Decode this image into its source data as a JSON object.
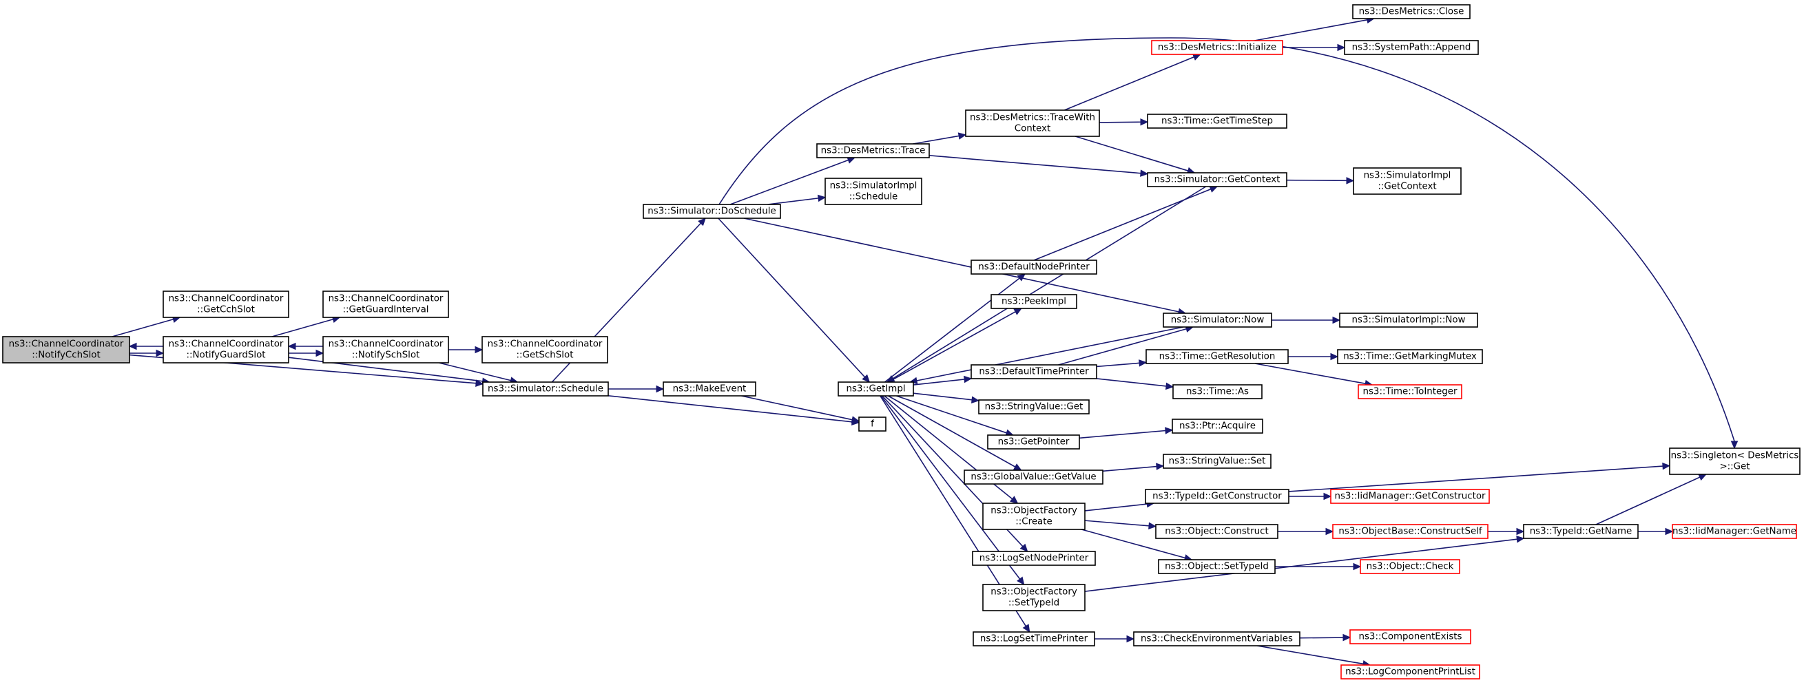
{
  "colors": {
    "edge": "#191970",
    "node_border": "#000000",
    "node_border_truncated": "#ff0000",
    "node_fill": "#ffffff",
    "root_fill": "#bfbfbf"
  },
  "nodes": [
    {
      "id": "notifycch",
      "lines": [
        "ns3::ChannelCoordinator",
        "::NotifyCchSlot"
      ],
      "style": "root"
    },
    {
      "id": "getcch",
      "lines": [
        "ns3::ChannelCoordinator",
        "::GetCchSlot"
      ],
      "style": "normal"
    },
    {
      "id": "notifyguard",
      "lines": [
        "ns3::ChannelCoordinator",
        "::NotifyGuardSlot"
      ],
      "style": "normal"
    },
    {
      "id": "getguard",
      "lines": [
        "ns3::ChannelCoordinator",
        "::GetGuardInterval"
      ],
      "style": "normal"
    },
    {
      "id": "notifysch",
      "lines": [
        "ns3::ChannelCoordinator",
        "::NotifySchSlot"
      ],
      "style": "normal"
    },
    {
      "id": "getsch",
      "lines": [
        "ns3::ChannelCoordinator",
        "::GetSchSlot"
      ],
      "style": "normal"
    },
    {
      "id": "schedule",
      "lines": [
        "ns3::Simulator::Schedule"
      ],
      "style": "normal"
    },
    {
      "id": "doschedule",
      "lines": [
        "ns3::Simulator::DoSchedule"
      ],
      "style": "normal"
    },
    {
      "id": "makeevent",
      "lines": [
        "ns3::MakeEvent"
      ],
      "style": "normal"
    },
    {
      "id": "f",
      "lines": [
        "f"
      ],
      "style": "normal"
    },
    {
      "id": "desmtrace",
      "lines": [
        "ns3::DesMetrics::Trace"
      ],
      "style": "normal"
    },
    {
      "id": "simimplsched",
      "lines": [
        "ns3::SimulatorImpl",
        "::Schedule"
      ],
      "style": "normal"
    },
    {
      "id": "getimpl",
      "lines": [
        "ns3::GetImpl"
      ],
      "style": "normal"
    },
    {
      "id": "tracewith",
      "lines": [
        "ns3::DesMetrics::TraceWith",
        "Context"
      ],
      "style": "normal"
    },
    {
      "id": "desinit",
      "lines": [
        "ns3::DesMetrics::Initialize"
      ],
      "style": "truncated"
    },
    {
      "id": "desclose",
      "lines": [
        "ns3::DesMetrics::Close"
      ],
      "style": "normal"
    },
    {
      "id": "syspath",
      "lines": [
        "ns3::SystemPath::Append"
      ],
      "style": "normal"
    },
    {
      "id": "timestep",
      "lines": [
        "ns3::Time::GetTimeStep"
      ],
      "style": "normal"
    },
    {
      "id": "simgetctx",
      "lines": [
        "ns3::Simulator::GetContext"
      ],
      "style": "normal"
    },
    {
      "id": "simimplctx",
      "lines": [
        "ns3::SimulatorImpl",
        "::GetContext"
      ],
      "style": "normal"
    },
    {
      "id": "defnodeprinter",
      "lines": [
        "ns3::DefaultNodePrinter"
      ],
      "style": "normal"
    },
    {
      "id": "peekimpl",
      "lines": [
        "ns3::PeekImpl"
      ],
      "style": "normal"
    },
    {
      "id": "simnow",
      "lines": [
        "ns3::Simulator::Now"
      ],
      "style": "normal"
    },
    {
      "id": "simimplnow",
      "lines": [
        "ns3::SimulatorImpl::Now"
      ],
      "style": "normal"
    },
    {
      "id": "deftimeprinter",
      "lines": [
        "ns3::DefaultTimePrinter"
      ],
      "style": "normal"
    },
    {
      "id": "getres",
      "lines": [
        "ns3::Time::GetResolution"
      ],
      "style": "normal"
    },
    {
      "id": "markmutex",
      "lines": [
        "ns3::Time::GetMarkingMutex"
      ],
      "style": "normal"
    },
    {
      "id": "toint",
      "lines": [
        "ns3::Time::ToInteger"
      ],
      "style": "truncated"
    },
    {
      "id": "timeas",
      "lines": [
        "ns3::Time::As"
      ],
      "style": "normal"
    },
    {
      "id": "strvalget",
      "lines": [
        "ns3::StringValue::Get"
      ],
      "style": "normal"
    },
    {
      "id": "getpointer",
      "lines": [
        "ns3::GetPointer"
      ],
      "style": "normal"
    },
    {
      "id": "ptracquire",
      "lines": [
        "ns3::Ptr::Acquire"
      ],
      "style": "normal"
    },
    {
      "id": "globalget",
      "lines": [
        "ns3::GlobalValue::GetValue"
      ],
      "style": "normal"
    },
    {
      "id": "strvalset",
      "lines": [
        "ns3::StringValue::Set"
      ],
      "style": "normal"
    },
    {
      "id": "singleton",
      "lines": [
        "ns3::Singleton< DesMetrics",
        " >::Get"
      ],
      "style": "normal"
    },
    {
      "id": "objfcreate",
      "lines": [
        "ns3::ObjectFactory",
        "::Create"
      ],
      "style": "normal"
    },
    {
      "id": "tidgetctor",
      "lines": [
        "ns3::TypeId::GetConstructor"
      ],
      "style": "normal"
    },
    {
      "id": "iidgetctor",
      "lines": [
        "ns3::IidManager::GetConstructor"
      ],
      "style": "truncated"
    },
    {
      "id": "objconstruct",
      "lines": [
        "ns3::Object::Construct"
      ],
      "style": "normal"
    },
    {
      "id": "objbaseconstruct",
      "lines": [
        "ns3::ObjectBase::ConstructSelf"
      ],
      "style": "truncated"
    },
    {
      "id": "tidgetname",
      "lines": [
        "ns3::TypeId::GetName"
      ],
      "style": "normal"
    },
    {
      "id": "iidgetname",
      "lines": [
        "ns3::IidManager::GetName"
      ],
      "style": "truncated"
    },
    {
      "id": "objsettid",
      "lines": [
        "ns3::Object::SetTypeId"
      ],
      "style": "normal"
    },
    {
      "id": "objcheck",
      "lines": [
        "ns3::Object::Check"
      ],
      "style": "truncated"
    },
    {
      "id": "logsetnode",
      "lines": [
        "ns3::LogSetNodePrinter"
      ],
      "style": "normal"
    },
    {
      "id": "objfsettid",
      "lines": [
        "ns3::ObjectFactory",
        "::SetTypeId"
      ],
      "style": "normal"
    },
    {
      "id": "logsettime",
      "lines": [
        "ns3::LogSetTimePrinter"
      ],
      "style": "normal"
    },
    {
      "id": "checkenv",
      "lines": [
        "ns3::CheckEnvironmentVariables"
      ],
      "style": "normal"
    },
    {
      "id": "compexists",
      "lines": [
        "ns3::ComponentExists"
      ],
      "style": "truncated"
    },
    {
      "id": "logcomplist",
      "lines": [
        "ns3::LogComponentPrintList"
      ],
      "style": "truncated"
    }
  ],
  "edges": [
    {
      "from": "notifycch",
      "to": "getcch"
    },
    {
      "from": "notifycch",
      "to": "notifyguard"
    },
    {
      "from": "notifycch",
      "to": "schedule"
    },
    {
      "from": "notifyguard",
      "to": "notifycch"
    },
    {
      "from": "notifyguard",
      "to": "getguard"
    },
    {
      "from": "notifyguard",
      "to": "notifysch"
    },
    {
      "from": "notifyguard",
      "to": "schedule"
    },
    {
      "from": "notifysch",
      "to": "notifyguard"
    },
    {
      "from": "notifysch",
      "to": "getsch"
    },
    {
      "from": "notifysch",
      "to": "schedule"
    },
    {
      "from": "schedule",
      "to": "doschedule"
    },
    {
      "from": "schedule",
      "to": "makeevent"
    },
    {
      "from": "schedule",
      "to": "f"
    },
    {
      "from": "makeevent",
      "to": "f"
    },
    {
      "from": "doschedule",
      "to": "desmtrace"
    },
    {
      "from": "doschedule",
      "to": "simimplsched"
    },
    {
      "from": "doschedule",
      "to": "getimpl"
    },
    {
      "from": "doschedule",
      "to": "simnow"
    },
    {
      "from": "doschedule",
      "to": "singleton"
    },
    {
      "from": "desmtrace",
      "to": "tracewith"
    },
    {
      "from": "desmtrace",
      "to": "simgetctx"
    },
    {
      "from": "tracewith",
      "to": "desinit"
    },
    {
      "from": "tracewith",
      "to": "timestep"
    },
    {
      "from": "tracewith",
      "to": "simgetctx"
    },
    {
      "from": "desinit",
      "to": "desclose"
    },
    {
      "from": "desinit",
      "to": "syspath"
    },
    {
      "from": "simgetctx",
      "to": "getimpl"
    },
    {
      "from": "simgetctx",
      "to": "simimplctx"
    },
    {
      "from": "simnow",
      "to": "getimpl"
    },
    {
      "from": "simnow",
      "to": "simimplnow"
    },
    {
      "from": "getimpl",
      "to": "defnodeprinter"
    },
    {
      "from": "getimpl",
      "to": "peekimpl"
    },
    {
      "from": "getimpl",
      "to": "deftimeprinter"
    },
    {
      "from": "getimpl",
      "to": "strvalget"
    },
    {
      "from": "getimpl",
      "to": "getpointer"
    },
    {
      "from": "getimpl",
      "to": "globalget"
    },
    {
      "from": "getimpl",
      "to": "objfcreate"
    },
    {
      "from": "getimpl",
      "to": "logsetnode"
    },
    {
      "from": "getimpl",
      "to": "objfsettid"
    },
    {
      "from": "getimpl",
      "to": "logsettime"
    },
    {
      "from": "defnodeprinter",
      "to": "simgetctx"
    },
    {
      "from": "deftimeprinter",
      "to": "simnow"
    },
    {
      "from": "deftimeprinter",
      "to": "getres"
    },
    {
      "from": "deftimeprinter",
      "to": "timeas"
    },
    {
      "from": "getres",
      "to": "markmutex"
    },
    {
      "from": "getres",
      "to": "toint"
    },
    {
      "from": "getpointer",
      "to": "ptracquire"
    },
    {
      "from": "globalget",
      "to": "strvalset"
    },
    {
      "from": "objfcreate",
      "to": "tidgetctor"
    },
    {
      "from": "objfcreate",
      "to": "objconstruct"
    },
    {
      "from": "objfcreate",
      "to": "objsettid"
    },
    {
      "from": "tidgetctor",
      "to": "iidgetctor"
    },
    {
      "from": "tidgetctor",
      "to": "singleton"
    },
    {
      "from": "objconstruct",
      "to": "objbaseconstruct"
    },
    {
      "from": "objbaseconstruct",
      "to": "tidgetname"
    },
    {
      "from": "tidgetname",
      "to": "iidgetname"
    },
    {
      "from": "tidgetname",
      "to": "singleton"
    },
    {
      "from": "objsettid",
      "to": "objcheck"
    },
    {
      "from": "objfsettid",
      "to": "tidgetname"
    },
    {
      "from": "logsettime",
      "to": "checkenv"
    },
    {
      "from": "checkenv",
      "to": "compexists"
    },
    {
      "from": "checkenv",
      "to": "logcomplist"
    }
  ]
}
